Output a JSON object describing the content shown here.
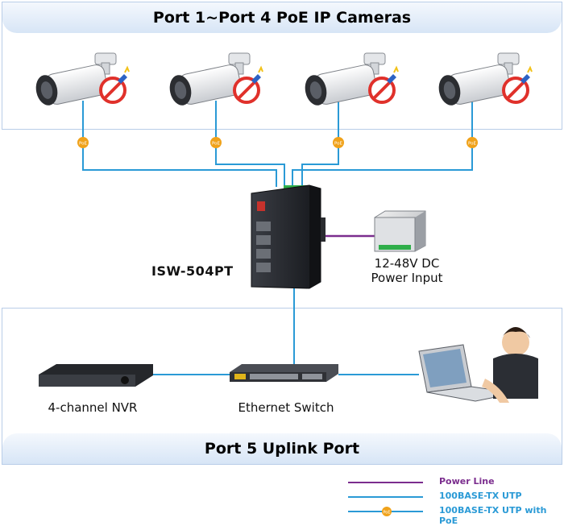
{
  "top_title": "Port 1~Port 4 PoE IP Cameras",
  "bottom_title": "Port 5 Uplink Port",
  "switch_name": "ISW-504PT",
  "power_input": [
    "12-48V DC",
    "Power Input"
  ],
  "nvr_label": "4-channel NVR",
  "ethernet_switch_label": "Ethernet Switch",
  "poe_badge": "PoE",
  "legend": {
    "power_line": "Power Line",
    "utp": "100BASE-TX UTP",
    "utp_poe": "100BASE-TX UTP with PoE"
  },
  "colors": {
    "power_line": "#7b2d8e",
    "utp": "#2a9ad6",
    "poe_badge": "#f0a21a",
    "panel_border": "#b9cde8"
  }
}
